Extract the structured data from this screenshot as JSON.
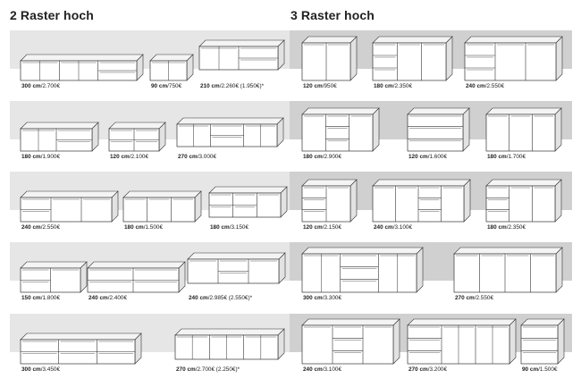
{
  "left_heading": "2 Raster hoch",
  "right_heading": "3 Raster hoch",
  "colors": {
    "wall_left": "#e6e6e6",
    "wall_right": "#d0d0d0",
    "floor": "#ffffff",
    "line": "#333333"
  },
  "rows": [
    {
      "left": [
        {
          "size": "300 cm",
          "price": "/2.700€",
          "cols": [
            "D",
            "D",
            "DR"
          ]
        },
        {
          "size": "90 cm",
          "price": "/750€",
          "cols": [
            "D"
          ]
        },
        {
          "size": "210 cm",
          "price": "/2.260€ (1.950€)*",
          "cols": [
            "D",
            "DR"
          ],
          "hanging": true
        }
      ],
      "right": [
        {
          "size": "120 cm",
          "price": "/950€",
          "cols": [
            "D",
            "D"
          ]
        },
        {
          "size": "180 cm",
          "price": "/2.350€",
          "cols": [
            "DR",
            "D",
            "D"
          ]
        },
        {
          "size": "240 cm",
          "price": "/2.550€",
          "cols": [
            "DR",
            "D",
            "D"
          ]
        }
      ]
    },
    {
      "left": [
        {
          "size": "180 cm",
          "price": "/1.900€",
          "cols": [
            "D",
            "DR"
          ]
        },
        {
          "size": "120 cm",
          "price": "/2.100€",
          "cols": [
            "DR",
            "DR"
          ]
        },
        {
          "size": "270 cm",
          "price": "/3.000€",
          "cols": [
            "D",
            "DR",
            "D"
          ],
          "hanging": true
        }
      ],
      "right": [
        {
          "size": "180 cm",
          "price": "/2.900€",
          "cols": [
            "D",
            "DR",
            "D"
          ]
        },
        {
          "size": "120 cm",
          "price": "/1.600€",
          "cols": [
            "DR"
          ]
        },
        {
          "size": "180 cm",
          "price": "/1.700€",
          "cols": [
            "D",
            "D",
            "D"
          ]
        }
      ]
    },
    {
      "left": [
        {
          "size": "240 cm",
          "price": "/2.550€",
          "cols": [
            "DR",
            "D",
            "D"
          ]
        },
        {
          "size": "180 cm",
          "price": "/1.500€",
          "cols": [
            "D",
            "D",
            "D"
          ]
        },
        {
          "size": "180 cm",
          "price": "/3.150€",
          "cols": [
            "DR",
            "DR",
            "D"
          ]
        }
      ],
      "right": [
        {
          "size": "120 cm",
          "price": "/2.150€",
          "cols": [
            "DR",
            "D"
          ]
        },
        {
          "size": "240 cm",
          "price": "/3.100€",
          "cols": [
            "D",
            "D",
            "DR",
            "D"
          ]
        },
        {
          "size": "180 cm",
          "price": "/2.350€",
          "cols": [
            "DR",
            "D",
            "D"
          ]
        }
      ]
    },
    {
      "left": [
        {
          "size": "150 cm",
          "price": "/1.800€",
          "cols": [
            "DR",
            "D"
          ]
        },
        {
          "size": "240 cm",
          "price": "/2.400€",
          "cols": [
            "DR",
            "DR"
          ]
        },
        {
          "size": "240 cm",
          "price": "/2.985€ (2.550€)*",
          "cols": [
            "D",
            "DR",
            "D"
          ],
          "hanging": true
        }
      ],
      "right": [
        {
          "size": "300 cm",
          "price": "/3.300€",
          "cols": [
            "D",
            "DR",
            "D"
          ]
        },
        {
          "size": "270 cm",
          "price": "/2.550€",
          "cols": [
            "D",
            "D",
            "D",
            "D"
          ]
        }
      ]
    },
    {
      "left": [
        {
          "size": "300 cm",
          "price": "/3.450€",
          "cols": [
            "DR",
            "DR",
            "DR"
          ]
        },
        {
          "size": "270 cm",
          "price": "/2.700€ (2.250€)*",
          "cols": [
            "D",
            "D",
            "D"
          ],
          "hanging": true
        }
      ],
      "right": [
        {
          "size": "240 cm",
          "price": "/3.100€",
          "cols": [
            "D",
            "DR",
            "D"
          ]
        },
        {
          "size": "270 cm",
          "price": "/3.200€",
          "cols": [
            "DR",
            "D",
            "D"
          ]
        },
        {
          "size": "90 cm",
          "price": "/1.500€",
          "cols": [
            "DR"
          ]
        }
      ]
    }
  ]
}
